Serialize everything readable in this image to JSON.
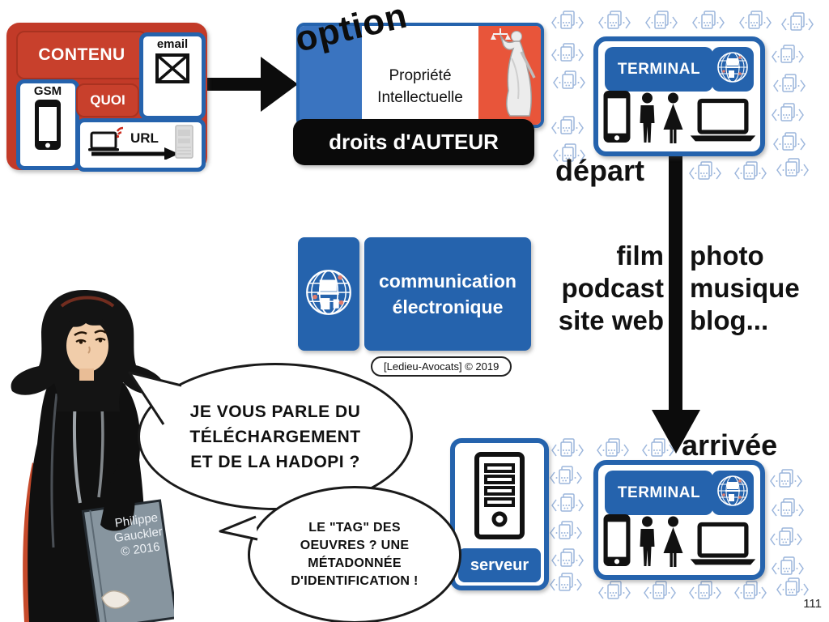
{
  "slide": {
    "page_number": "111"
  },
  "colors": {
    "red": "#c23a28",
    "blue": "#2563ad",
    "flag_red": "#e8553a",
    "icon_blue": "#9cb6dc",
    "black": "#0c0c0c"
  },
  "contenu_box": {
    "title": "CONTENU",
    "quoi_label": "QUOI",
    "gsm_label": "GSM",
    "email_label": "email",
    "url_label": "URL"
  },
  "option_box": {
    "overlay": "option",
    "title_line1": "Propriété",
    "title_line2": "Intellectuelle",
    "bar_label": "droits d'AUTEUR"
  },
  "communication_box": {
    "line1": "communication",
    "line2": "électronique",
    "credit": "[Ledieu-Avocats] © 2019"
  },
  "flow": {
    "depart_label": "départ",
    "arrivee_label": "arrivée"
  },
  "media_left": [
    "film",
    "podcast",
    "site web"
  ],
  "media_right": [
    "photo",
    "musique",
    "blog..."
  ],
  "terminal_top": {
    "label": "TERMINAL"
  },
  "terminal_bottom": {
    "label": "TERMINAL"
  },
  "serveur_box": {
    "label": "serveur"
  },
  "speech": {
    "bubble1_lines": [
      "JE VOUS PARLE DU",
      "TÉLÉCHARGEMENT",
      "ET DE LA HADOPI ?"
    ],
    "bubble2_lines": [
      "LE \"TAG\" DES",
      "OEUVRES ? UNE",
      "MÉTADONNÉE",
      "D'IDENTIFICATION !"
    ]
  },
  "character_credit": [
    "Philippe",
    "Gauckler",
    "© 2016"
  ],
  "icons": {
    "globe": "globe-icon",
    "data_file": "data-file-icon",
    "smartphone": "smartphone-icon",
    "man": "man-icon",
    "woman": "woman-icon",
    "laptop": "laptop-icon",
    "server": "server-tower-icon",
    "envelope": "email-envelope-icon",
    "gsm_phone": "gsm-phone-icon",
    "wifi_laptop": "laptop-wifi-icon",
    "url_server": "remote-server-icon",
    "justice": "justice-statue-icon"
  }
}
